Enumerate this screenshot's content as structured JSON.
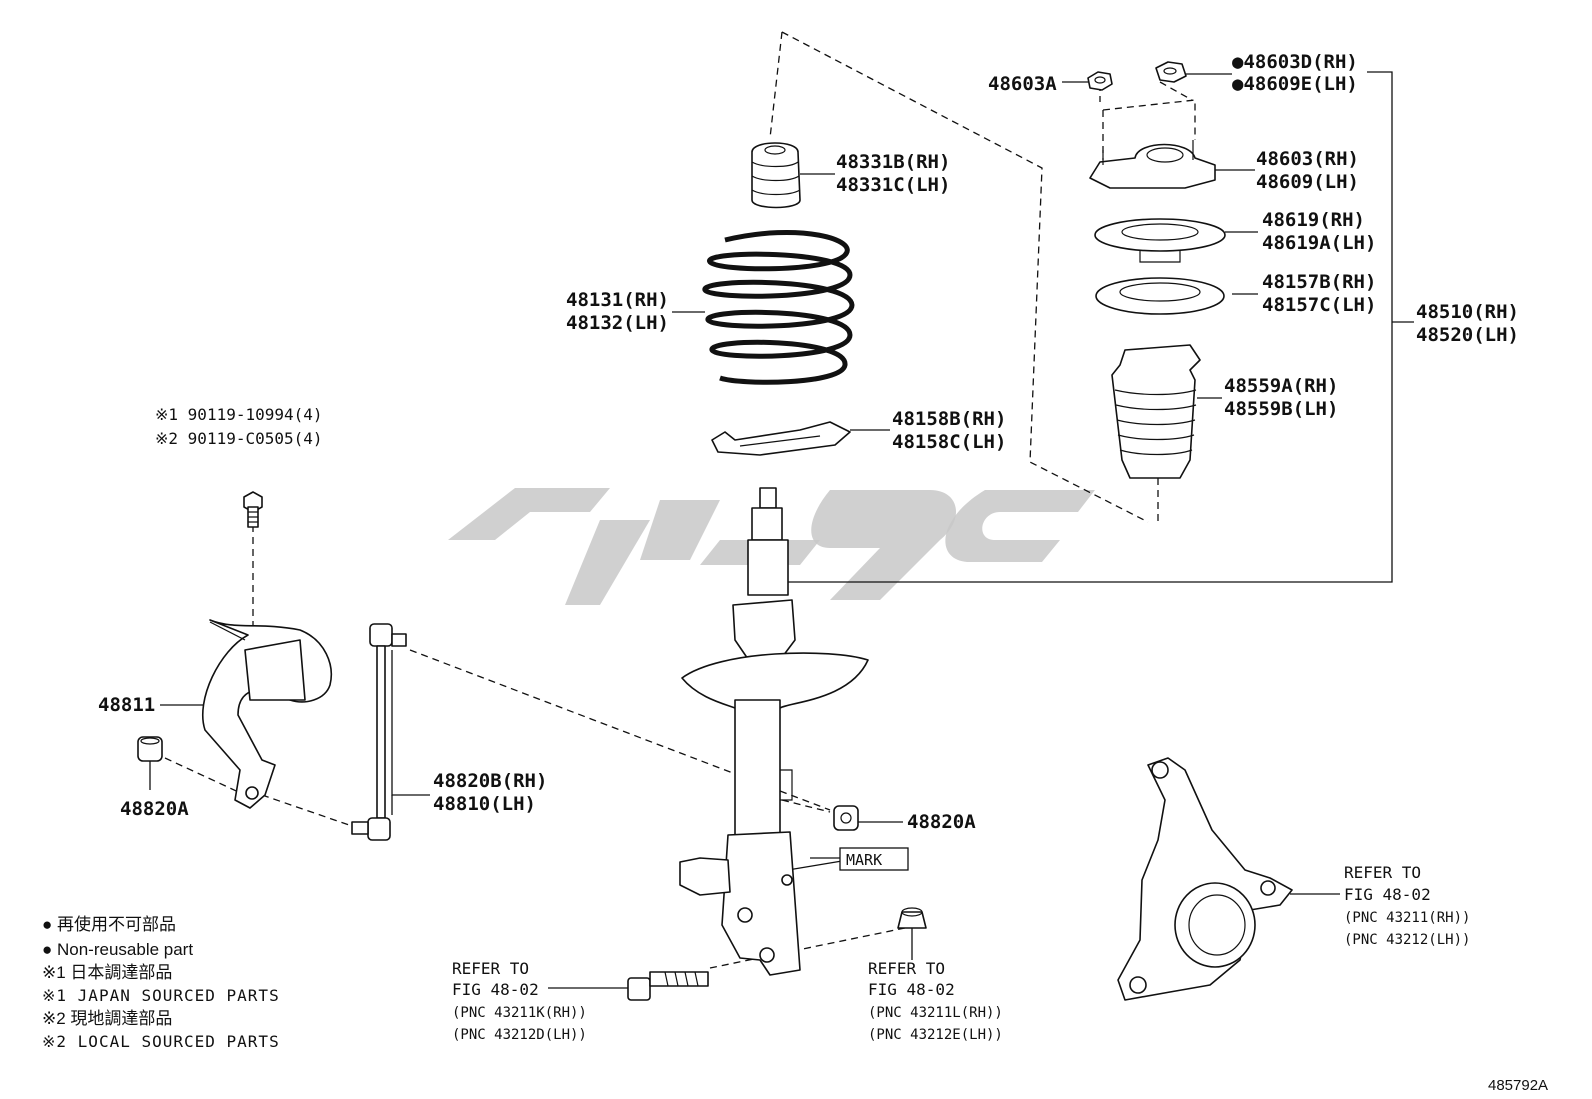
{
  "diagram_code": "485792A",
  "watermark": "logo",
  "labels": {
    "p48603D": "●48603D(RH)",
    "p48609E": "●48609E(LH)",
    "p48603A": "48603A",
    "p48331B": "48331B(RH)",
    "p48331C": "48331C(LH)",
    "p48603": "48603(RH)",
    "p48609": "48609(LH)",
    "p48619": "48619(RH)",
    "p48619A": "48619A(LH)",
    "p48157B": "48157B(RH)",
    "p48157C": "48157C(LH)",
    "p48510": "48510(RH)",
    "p48520": "48520(LH)",
    "p48131": "48131(RH)",
    "p48132": "48132(LH)",
    "p48559A": "48559A(RH)",
    "p48559B": "48559B(LH)",
    "p48158B": "48158B(RH)",
    "p48158C": "48158C(LH)",
    "bolt1": "※1 90119-10994(4)",
    "bolt2": "※2 90119-C0505(4)",
    "p48811": "48811",
    "p48820A_left": "48820A",
    "p48820A_right": "48820A",
    "p48820B": "48820B(RH)",
    "p48810": "48810(LH)",
    "mark": "MARK"
  },
  "refs": {
    "knuckle": [
      "REFER TO",
      "FIG 48-02",
      "(PNC 43211(RH))",
      "(PNC 43212(LH))"
    ],
    "bolt": [
      "REFER TO",
      "FIG 48-02",
      "(PNC 43211K(RH))",
      "(PNC 43212D(LH))"
    ],
    "nut": [
      "REFER TO",
      "FIG 48-02",
      "(PNC 43211L(RH))",
      "(PNC 43212E(LH))"
    ]
  },
  "legend": [
    "● 再使用不可部品",
    "● Non-reusable part",
    "※1 日本調達部品",
    "※1 JAPAN SOURCED PARTS",
    "※2 現地調達部品",
    "※2 LOCAL SOURCED PARTS"
  ]
}
